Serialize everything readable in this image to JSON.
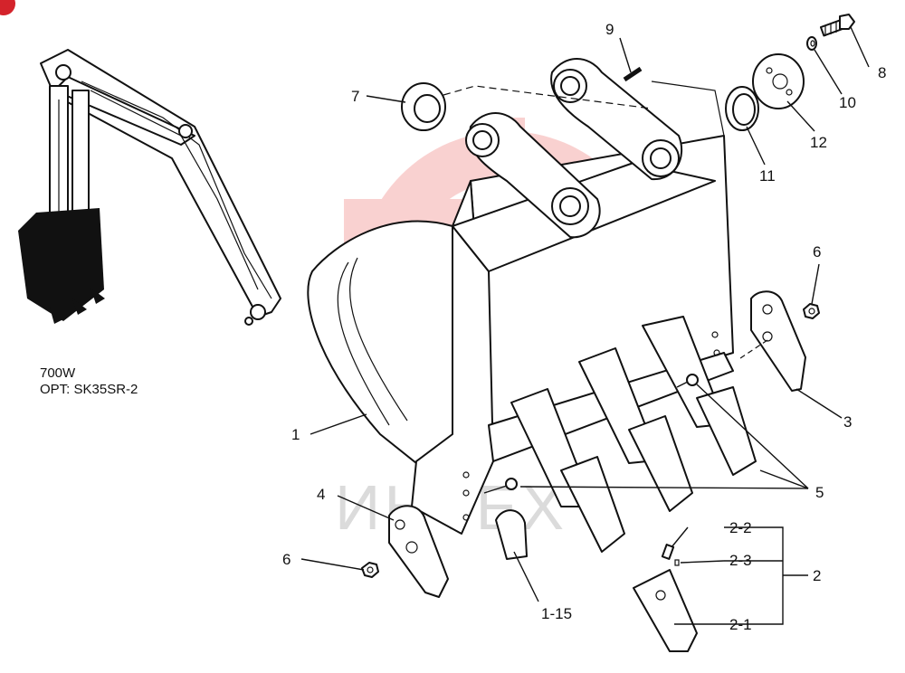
{
  "model": {
    "line1": "700W",
    "line2": "OPT: SK35SR-2"
  },
  "callouts": {
    "c1": "1",
    "c1_15": "1-15",
    "c2": "2",
    "c2_1": "2-1",
    "c2_2": "2-2",
    "c2_3": "2-3",
    "c3": "3",
    "c4": "4",
    "c5": "5",
    "c6a": "6",
    "c6b": "6",
    "c7": "7",
    "c8": "8",
    "c9": "9",
    "c10": "10",
    "c11": "11",
    "c12": "12"
  },
  "watermark": {
    "text": "ИНТЕХ",
    "color": "#e8342f"
  },
  "colors": {
    "line": "#111111",
    "corner_badge": "#d4232b"
  }
}
